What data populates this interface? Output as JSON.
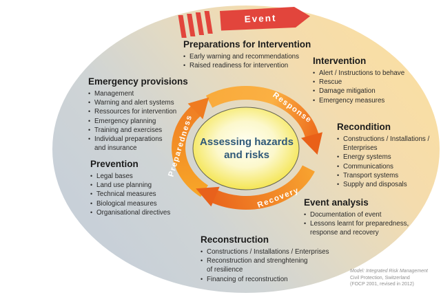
{
  "bullet_char": "•",
  "event": {
    "label": "Event"
  },
  "center": {
    "label": "Assessing hazards and risks"
  },
  "cycle": {
    "response": "Response",
    "preparedness": "Preparedness",
    "recovery": "Recovery"
  },
  "sections": {
    "prep_intervention": {
      "title": "Preparations for Intervention",
      "items": [
        "Early warning and recommendations",
        "Raised readiness for intervention"
      ]
    },
    "intervention": {
      "title": "Intervention",
      "items": [
        "Alert / Instructions to behave",
        "Rescue",
        "Damage mitigation",
        "Emergency measures"
      ]
    },
    "emergency_provisions": {
      "title": "Emergency provisions",
      "items": [
        "Management",
        "Warning and alert systems",
        "Ressources for intervention",
        "Emergency planning",
        "Training and exercises",
        "Individual preparations\nand insurance"
      ]
    },
    "recondition": {
      "title": "Recondition",
      "items": [
        "Constructions / Installations /\nEnterprises",
        "Energy systems",
        "Communications",
        "Transport systems",
        "Supply and disposals"
      ]
    },
    "prevention": {
      "title": "Prevention",
      "items": [
        "Legal bases",
        "Land use planning",
        "Technical measures",
        "Biological measures",
        "Organisational directives"
      ]
    },
    "event_analysis": {
      "title": "Event analysis",
      "items": [
        "Documentation of event",
        "Lessons learnt for preparedness,\nresponse and recovery"
      ]
    },
    "reconstruction": {
      "title": "Reconstruction",
      "items": [
        "Constructions /  Installations / Enterprises",
        "Reconstruction and strenghtening\nof resilience",
        "Financing of reconstruction"
      ]
    }
  },
  "credit": {
    "line1": "Model: Integrated Risk Management",
    "line2": "Civil Protection, Switzerland",
    "line3": "(FOCP 2001, revised in 2012)"
  },
  "colors": {
    "event_red": "#E2453C",
    "ring_orange_light": "#FBB043",
    "ring_orange_dark": "#EA671D",
    "center_yellow": "#F5E75E",
    "bg_blue_gray": "#C6CFD9",
    "bg_peach": "#F9DEA4",
    "center_text_blue": "#2E5878",
    "heading_color": "#1B1B1B"
  }
}
